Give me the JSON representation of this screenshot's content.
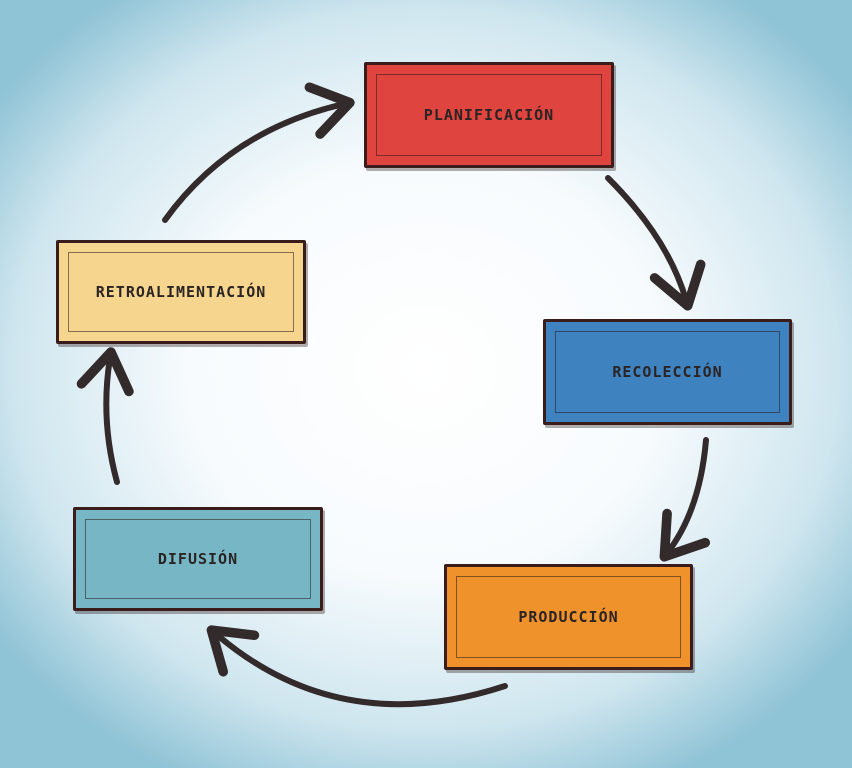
{
  "diagram": {
    "steps": [
      {
        "label": "PLANIFICACIÓN",
        "color": "#e0443e"
      },
      {
        "label": "RECOLECCIÓN",
        "color": "#3f82c0"
      },
      {
        "label": "PRODUCCIÓN",
        "color": "#f0922c"
      },
      {
        "label": "DIFUSIÓN",
        "color": "#76b6c5"
      },
      {
        "label": "RETROALIMENTACIÓN",
        "color": "#f6d58e"
      }
    ],
    "arrow_color": "#332a2c",
    "flow": "clockwise-cycle"
  }
}
